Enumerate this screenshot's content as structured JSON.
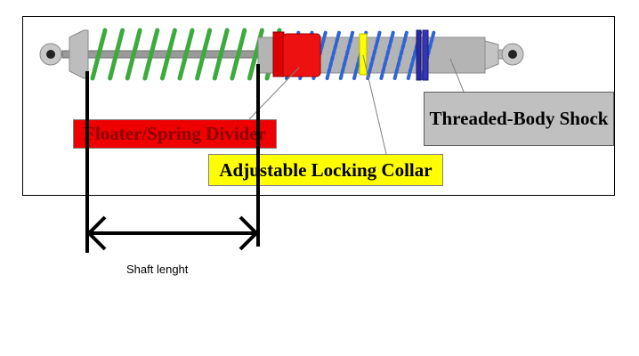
{
  "labels": {
    "floater_divider": "Floater/Spring Divider",
    "locking_collar": "Adjustable Locking Collar",
    "threaded_body": "Threaded-Body Shock",
    "shaft_length": "Shaft lenght"
  },
  "colors": {
    "floater_fill": "#ee0000",
    "collar_fill": "#ffff00",
    "threaded_fill": "#c0c0c0",
    "main_spring": "#3cab3c",
    "tender_spring": "#2e64d8",
    "body_metal": "#b4b4b4",
    "band_blue": "#2a2aa0"
  },
  "icons": [
    "left-eyelet-icon",
    "right-eyelet-icon"
  ]
}
